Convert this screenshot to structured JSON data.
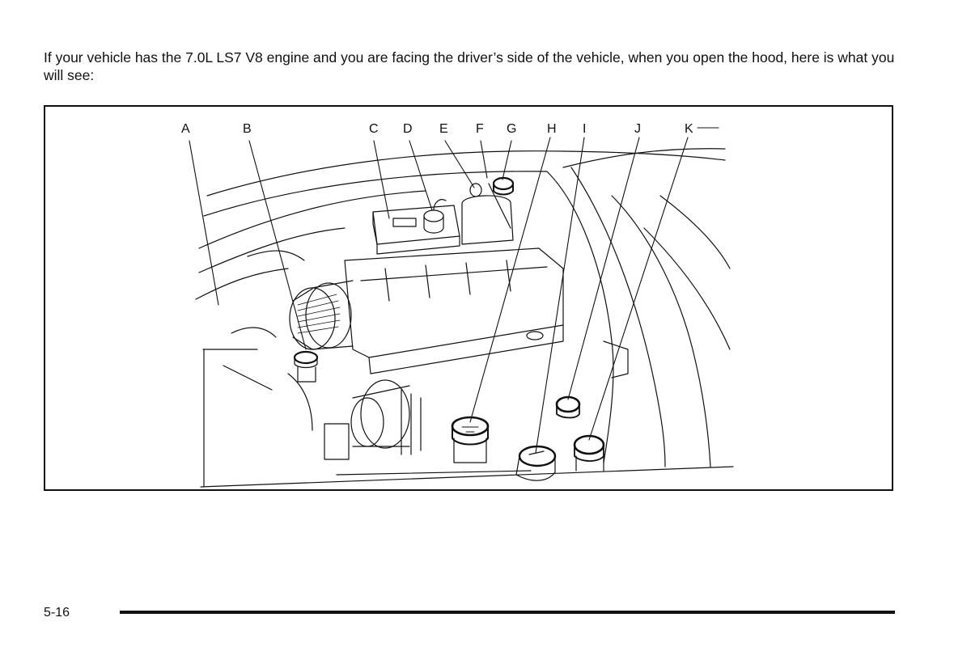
{
  "intro_text": "If your vehicle has the 7.0L LS7 V8 engine and you are facing the driver’s side of the vehicle, when you open the hood, here is what you will see:",
  "figure": {
    "callouts": [
      "A",
      "B",
      "C",
      "D",
      "E",
      "F",
      "G",
      "H",
      "I",
      "J",
      "K"
    ]
  },
  "page_number": "5-16"
}
